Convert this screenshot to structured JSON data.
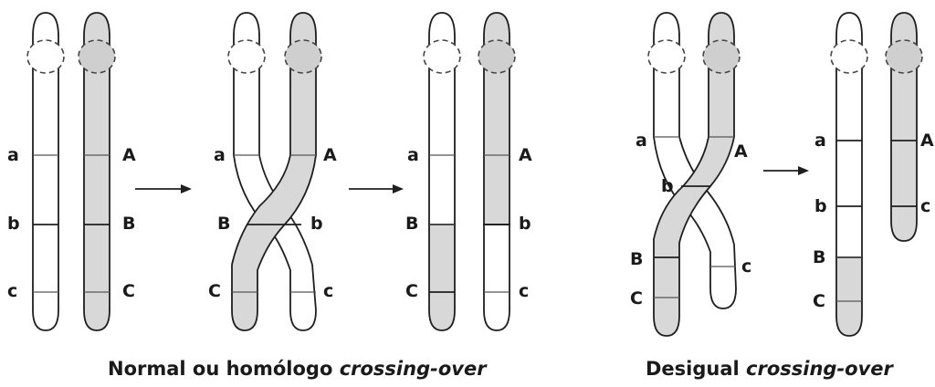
{
  "panel_normal": {
    "caption_text": "Normal ou homólogo",
    "caption_italic": "crossing-over",
    "stage1": {
      "left": [
        "a",
        "b",
        "c"
      ],
      "right": [
        "A",
        "B",
        "C"
      ]
    },
    "stage2": {
      "a": "a",
      "A": "A",
      "B": "B",
      "b": "b",
      "C": "C",
      "c": "c"
    },
    "stage3": {
      "left": [
        "a",
        "B",
        "C"
      ],
      "right": [
        "A",
        "b",
        "c"
      ]
    }
  },
  "panel_unequal": {
    "caption_text": "Desigual",
    "caption_italic": "crossing-over",
    "cross": {
      "a": "a",
      "A": "A",
      "b": "b",
      "B": "B",
      "C": "C",
      "c": "c"
    },
    "result": {
      "left": [
        "a",
        "b",
        "B",
        "C"
      ],
      "right": [
        "A",
        "c"
      ]
    }
  },
  "colors": {
    "shaded": "#d8d8d8",
    "outline": "#1f1f1f",
    "background": "#ffffff"
  }
}
